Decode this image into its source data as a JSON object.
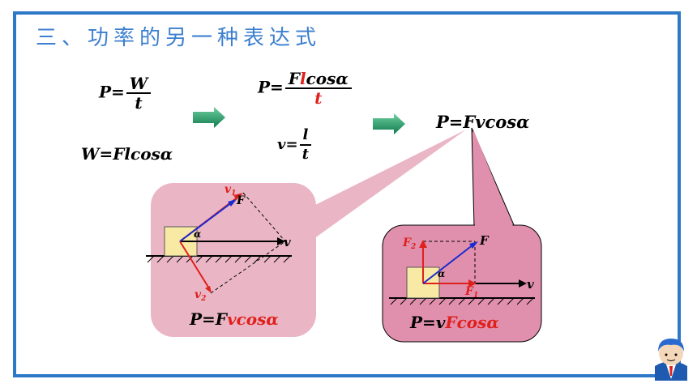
{
  "slide": {
    "title": "三、功率的另一种表达式"
  },
  "equations": {
    "p_left": "P=",
    "p_w_num": "W",
    "p_w_den": "t",
    "w_def": "W=Flcosα",
    "p_mid": "P=",
    "p_mid_num_a": "F",
    "p_mid_num_l": "l",
    "p_mid_num_b": "cosα",
    "p_mid_den": "t",
    "v_left": "v=",
    "v_num": "l",
    "v_den": "t",
    "p_result": "P=Fvcosα"
  },
  "left_diagram": {
    "v1": "v",
    "v1_sub": "1",
    "F": "F",
    "alpha": "α",
    "v": "v",
    "v2": "v",
    "v2_sub": "2",
    "formula_prefix": "P=F",
    "formula_red": "vcosα"
  },
  "right_diagram": {
    "F2": "F",
    "F2_sub": "2",
    "F": "F",
    "alpha": "α",
    "F1": "F",
    "F1_sub": "1",
    "v": "v",
    "formula_prefix": "P=v",
    "formula_red": "Fcosα"
  },
  "colors": {
    "frame": "#2e78c8",
    "title": "#3c7fcf",
    "highlight": "#e0201c",
    "left_bubble": "#eab6c6",
    "right_bubble": "#e090ac",
    "arrow_green": "#1e9a6a"
  }
}
